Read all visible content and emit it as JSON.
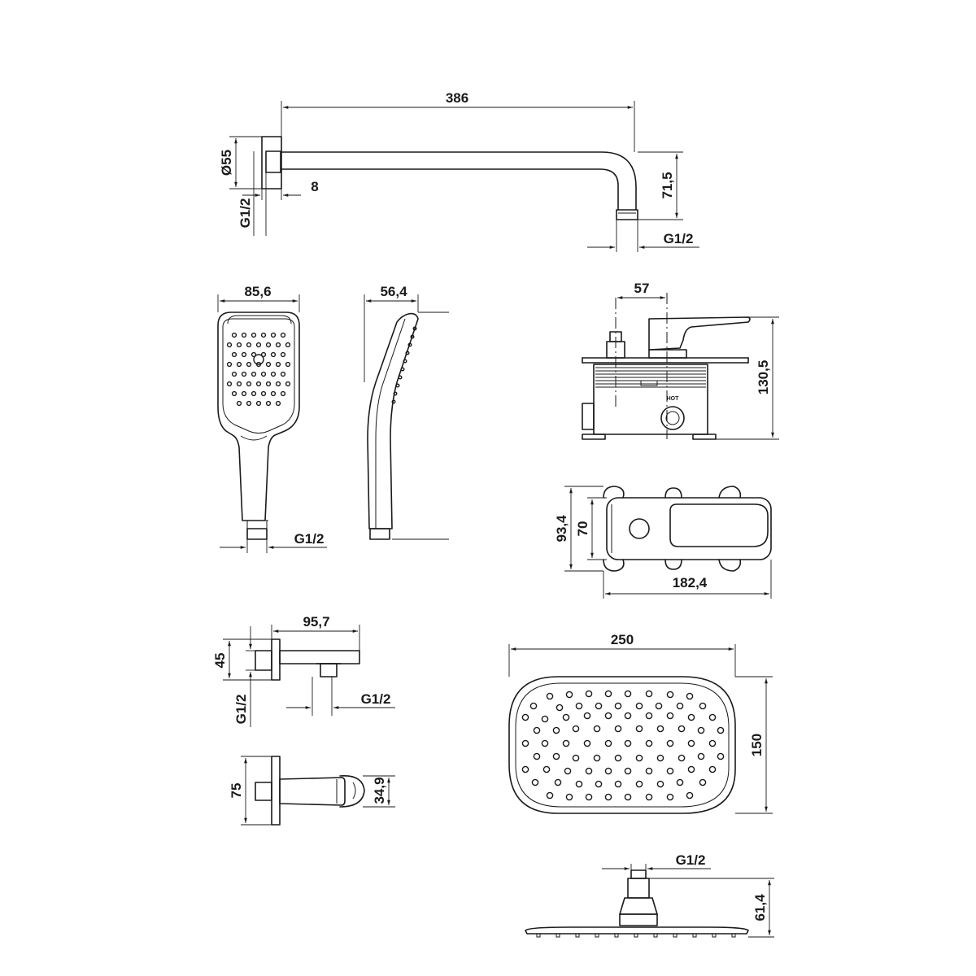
{
  "shower_arm": {
    "length": "386",
    "flange_diameter": "Ø55",
    "flange_depth": "8",
    "outlet_drop": "71,5",
    "inlet_thread": "G1/2",
    "outlet_thread": "G1/2"
  },
  "hand_shower": {
    "width": "85,6",
    "depth": "56,4",
    "thread": "G1/2"
  },
  "mixer_body": {
    "offset": "57",
    "height": "130,5",
    "hot_mark": "HOT"
  },
  "mixer_plate": {
    "outer_height": "93,4",
    "inner_height": "70",
    "width": "182,4"
  },
  "wall_outlet": {
    "length": "95,7",
    "height": "45",
    "inlet_thread": "G1/2",
    "outlet_thread": "G1/2"
  },
  "holder": {
    "height": "75",
    "clip_diameter": "34,9"
  },
  "rain_shower": {
    "width": "250",
    "height": "150",
    "thread": "G1/2",
    "profile_height": "61,4"
  }
}
